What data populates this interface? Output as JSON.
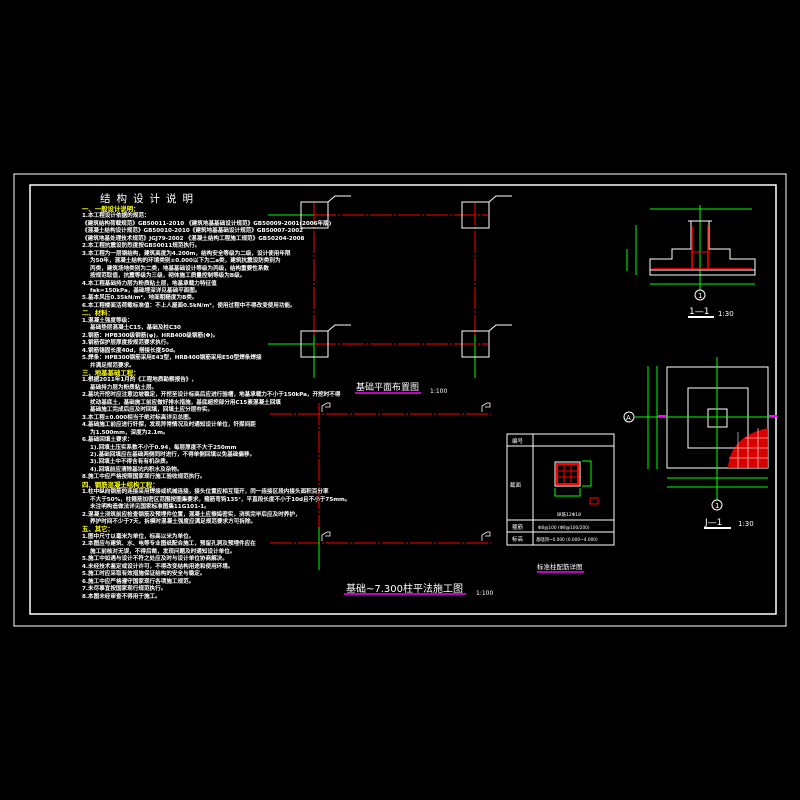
{
  "notes": {
    "title": "结构设计说明",
    "lines": [
      {
        "t": "h",
        "text": "一、一般设计说明："
      },
      {
        "t": "i",
        "text": "1.本工程设计依据的规范："
      },
      {
        "t": "i",
        "text": "《建筑结构荷载规范》GB50011-2010 《建筑地基基础设计规范》GB50009-2001(2006年版)"
      },
      {
        "t": "i",
        "text": "《混凝土结构设计规范》GB50010-2010《建筑地基基础设计规范》GB50007-2002"
      },
      {
        "t": "i",
        "text": "《建筑地基处理技术规范》JGJ79-2002 《混凝土结构工程施工规范》GB50204-2008"
      },
      {
        "t": "i",
        "text": "2.本工程抗震设防烈度按GB50011规范执行。"
      },
      {
        "t": "i",
        "text": "3.本工程为一层钢结构，建筑高度为4.200m，结构安全等级为二级，设计使用年限"
      },
      {
        "t": "s",
        "text": "为50年，混凝土结构的环境类别±0.000以下为二a类，建筑抗震设防类别为"
      },
      {
        "t": "s",
        "text": "丙类，建筑场地类别为二类，地基基础设计等级为丙级，结构重要性系数"
      },
      {
        "t": "s",
        "text": "按规范取值，抗震等级为三级，砌体施工质量控制等级为B级。"
      },
      {
        "t": "i",
        "text": "4.本工程基础持力层为粉质粘土层，地基承载力特征值"
      },
      {
        "t": "s",
        "text": "fak=150kPa，基础埋深详见基础平面图。"
      },
      {
        "t": "i",
        "text": "5.基本风压0.35kN/m²，地面粗糙度为B类。"
      },
      {
        "t": "i",
        "text": "6.本工程楼面活荷载标准值：不上人屋面0.5kN/m²，使用过程中不得改变使用功能。"
      },
      {
        "t": "h",
        "text": "二、材料："
      },
      {
        "t": "i",
        "text": "1.混凝土强度等级："
      },
      {
        "t": "s",
        "text": "基础垫层混凝土C15，基础及柱C30"
      },
      {
        "t": "i",
        "text": "2.钢筋：HPB300级钢筋(φ)，HRB400级钢筋(Φ)。"
      },
      {
        "t": "i",
        "text": "3.钢筋保护层厚度按规范要求执行。"
      },
      {
        "t": "i",
        "text": "4.钢筋锚固长度40d，搭接长度50d。"
      },
      {
        "t": "i",
        "text": "5.焊条：HPB300钢筋采用E43型，HRB400钢筋采用E50型焊条焊接"
      },
      {
        "t": "s",
        "text": "并满足规范要求。"
      },
      {
        "t": "h",
        "text": "三、地基基础工程："
      },
      {
        "t": "i",
        "text": "1.根据2011年1月的《工程地质勘察报告》，"
      },
      {
        "t": "s",
        "text": "基础持力层为粉质粘土层。"
      },
      {
        "t": "i",
        "text": "2.基坑开挖时应注意边坡稳定，开挖至设计标高后应进行验槽，地基承载力不小于150kPa，开挖时不得"
      },
      {
        "t": "s",
        "text": "扰动基底土，基础施工前应做好排水措施，基底超挖部分用C15素混凝土回填"
      },
      {
        "t": "s",
        "text": "基础施工完成后应及时回填，回填土应分层夯实。"
      },
      {
        "t": "i",
        "text": "3.本工程±0.000相当于绝对标高详见总图。"
      },
      {
        "t": "i",
        "text": "4.基础施工前应进行钎探，发现异常情况及时通知设计单位，钎探间距"
      },
      {
        "t": "s",
        "text": "为1.500mm，深度为2.1m。"
      },
      {
        "t": "i",
        "text": "6.基础回填土要求："
      },
      {
        "t": "s",
        "text": "1).回填土压实系数不小于0.94，每层厚度不大于250mm"
      },
      {
        "t": "s",
        "text": "2).基础回填应在基础两侧同时进行，不得单侧回填以免基础偏移。"
      },
      {
        "t": "s",
        "text": "3).回填土中不得含有有机杂质。"
      },
      {
        "t": "s",
        "text": "4).回填前应清除基坑内积水及杂物。"
      },
      {
        "t": "i",
        "text": "8.施工中应严格按照国家现行施工验收规范执行。"
      },
      {
        "t": "h",
        "text": "四、钢筋混凝土结构工程："
      },
      {
        "t": "i",
        "text": "1.柱中纵向钢筋的连接采用焊接或机械连接，接头位置应相互错开，同一连接区段内接头面积百分率"
      },
      {
        "t": "s",
        "text": "不大于50%，柱箍筋加密区范围按图集要求，箍筋弯钩135°，平直段长度不小于10d且不小于75mm。"
      },
      {
        "t": "s",
        "text": "未注明构造做法详见国家标准图集11G101-1。"
      },
      {
        "t": "i",
        "text": "2.混凝土浇筑前应检查钢筋及预埋件位置，混凝土应振捣密实，浇筑完毕后应及时养护，"
      },
      {
        "t": "s",
        "text": "养护时间不少于7天，拆模时混凝土强度应满足规范要求方可拆除。"
      },
      {
        "t": "h",
        "text": "五、其它："
      },
      {
        "t": "i",
        "text": "1.图中尺寸以毫米为单位，标高以米为单位。"
      },
      {
        "t": "i",
        "text": "2.本图应与建筑、水、电等专业图纸配合施工，预留孔洞及预埋件应在"
      },
      {
        "t": "s",
        "text": "施工前核对无误，不得后凿，发现问题及时通知设计单位。"
      },
      {
        "t": "i",
        "text": "5.施工中如遇与设计不符之处应及时与设计单位协商解决。"
      },
      {
        "t": "i",
        "text": "4.未经技术鉴定或设计许可，不得改变结构用途和使用环境。"
      },
      {
        "t": "i",
        "text": "5.施工时应采取有效措施保证结构的安全与稳定。"
      },
      {
        "t": "i",
        "text": "6.施工中应严格遵守国家现行各项施工规范。"
      },
      {
        "t": "i",
        "text": "7.未尽事宜按国家现行规范执行。"
      },
      {
        "t": "i",
        "text": "8.本图未经审查不得用于施工。"
      }
    ]
  },
  "plan1": {
    "title": "基础平面布置图",
    "scale": "1:100"
  },
  "plan2": {
    "title": "基础~7.300柱平法施工图",
    "scale": "1:100"
  },
  "column_table": {
    "title": "标准柱配筋详图",
    "row_labels": [
      "编号",
      "截面",
      "箍筋",
      "标高"
    ],
    "section_note": "纵筋12Φ18",
    "stirrup": "Φ8@100  (Φ8@100/200)",
    "elevation": "基础顶~0.000 (0.000~4.000)"
  },
  "section_1_1": {
    "axis": "1",
    "label": "1—1",
    "scale": "1:30"
  },
  "section_j_1": {
    "axis_v": "1",
    "axis_h": "A",
    "label": "J—1",
    "scale": "1:30"
  },
  "colors": {
    "bg": "#000000",
    "line": "#ffffff",
    "axis": "#ff0000",
    "dim": "#00ff00",
    "underline": "#ff00ff",
    "heading": "#ffff00"
  }
}
